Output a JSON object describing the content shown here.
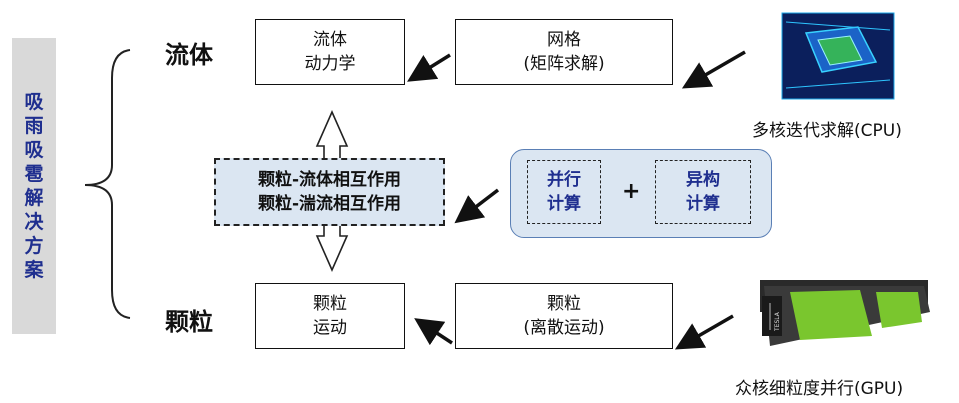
{
  "sidebar": {
    "title": "吸雨吸雹解决方案"
  },
  "labels": {
    "fluid": "流体",
    "particle": "颗粒"
  },
  "boxes": {
    "fluid_dynamics": [
      "流体",
      "动力学"
    ],
    "mesh": [
      "网格",
      "(矩阵求解)"
    ],
    "interaction": [
      "颗粒-流体相互作用",
      "颗粒-湍流相互作用"
    ],
    "particle_motion": [
      "颗粒",
      "运动"
    ],
    "particle_discrete": [
      "颗粒",
      "(离散运动)"
    ]
  },
  "compute": {
    "parallel": [
      "并行",
      "计算"
    ],
    "plus": "+",
    "heterogeneous": [
      "异构",
      "计算"
    ]
  },
  "captions": {
    "cpu": "多核迭代求解(CPU)",
    "gpu": "众核细粒度并行(GPU)"
  },
  "gpu_brand": "TESLA"
}
